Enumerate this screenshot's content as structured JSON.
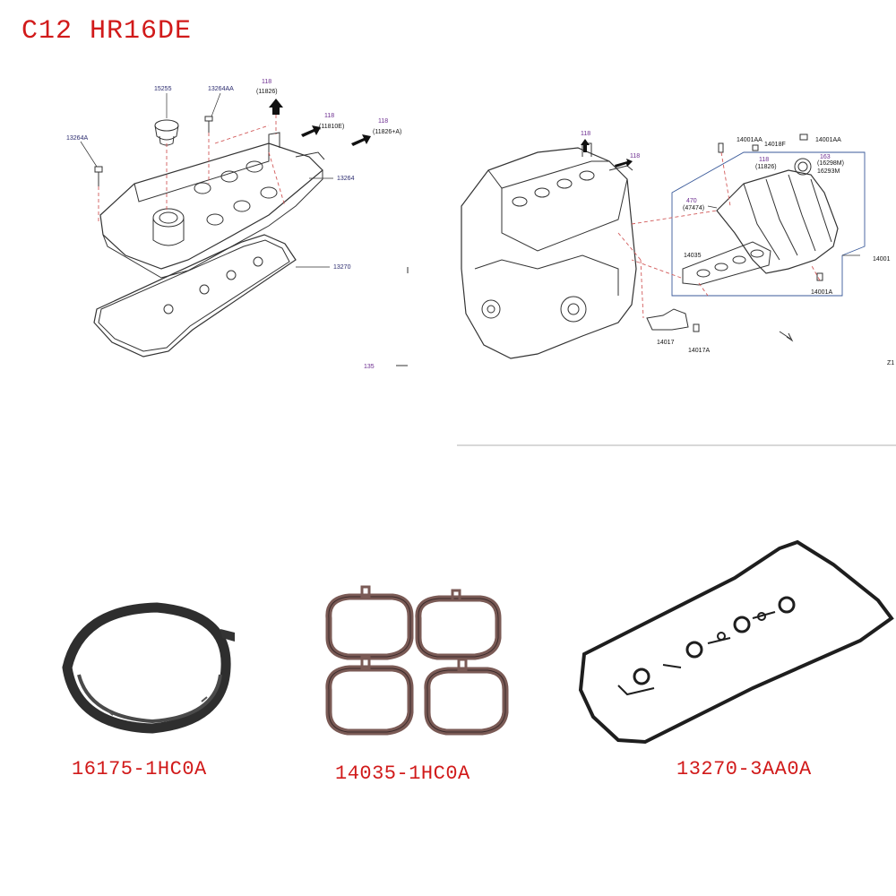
{
  "title": "C12  HR16DE",
  "diagram_left": {
    "callouts": {
      "c15255": "15255",
      "c13264AA": "13264AA",
      "c13264A": "13264A",
      "c13264": "13264",
      "c13270": "13270",
      "c118a": "118",
      "c11826": "(11826)",
      "c118b": "118",
      "c11810E": "(11810E)",
      "c118c": "118",
      "c11826A": "(11826+A)",
      "c135": "135"
    }
  },
  "diagram_right": {
    "callouts": {
      "c118a": "118",
      "c118b": "118",
      "c14001AA_a": "14001AA",
      "c14018F": "14018F",
      "c14001AA_b": "14001AA",
      "c163": "163",
      "c16298M": "(16298M)",
      "c16293M": "16293M",
      "c118c": "118",
      "c11826": "(11826)",
      "c470": "470",
      "c47474": "(47474)",
      "c14035": "14035",
      "c14001": "14001",
      "c14001A": "14001A",
      "c14017": "14017",
      "c14017A": "14017A",
      "cZ1": "Z1"
    }
  },
  "parts": [
    {
      "label": "16175-1HC0A",
      "icon": "throttle-gasket-ring",
      "color": "#3a3a3a"
    },
    {
      "label": "14035-1HC0A",
      "icon": "intake-manifold-gaskets",
      "color": "#7a5a55"
    },
    {
      "label": "13270-3AA0A",
      "icon": "valve-cover-gasket",
      "color": "#202020"
    }
  ]
}
